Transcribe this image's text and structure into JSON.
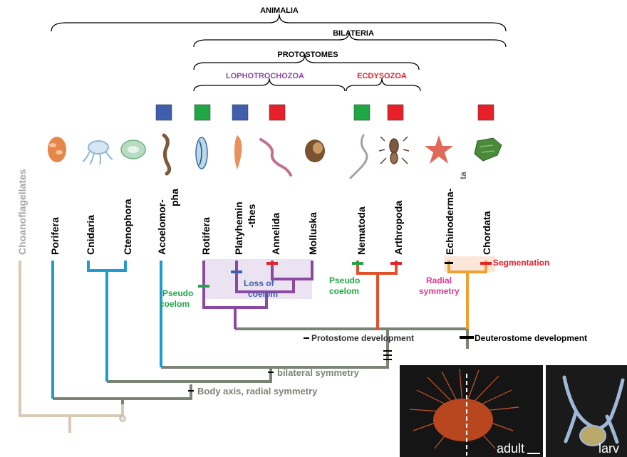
{
  "clades": {
    "animalia": "ANIMALIA",
    "bilateria": "BILATERIA",
    "protostomes": "PROTOSTOMES",
    "lophotrochozoa": "LOPHOTROCHOZOA",
    "ecdysozoa": "ECDYSOZOA"
  },
  "taxa": {
    "choanoflagellates": "Choanoflagellates",
    "porifera": "Porifera",
    "cnidaria": "Cnidaria",
    "ctenophora": "Ctenophora",
    "acoelomorpha_1": "Acoelomor-",
    "acoelomorpha_2": "pha",
    "rotifera": "Rotifera",
    "platyhelminthes_1": "Platyhemin",
    "platyhelminthes_2": "-thes",
    "annelida": "Annelida",
    "molluska": "Molluska",
    "nematoda": "Nematoda",
    "arthropoda": "Arthropoda",
    "echinodermata_1": "Echinoderma-",
    "echinodermata_2": "ta",
    "chordata": "Chordata"
  },
  "traits": {
    "pseudocoelom_1a": "Pseudo",
    "pseudocoelom_1b": "coelom",
    "loss_of_coelom_a": "Loss of",
    "loss_of_coelom_b": "coelom",
    "pseudocoelom_2a": "Pseudo",
    "pseudocoelom_2b": "coelom",
    "radial_symmetry_a": "Radial",
    "radial_symmetry_b": "symmetry",
    "segmentation": "Segmentation",
    "protostome_development": "Protostome development",
    "deuterostome_development": "Deuterostome development",
    "bilateral_symmetry": "bilateral symmetry",
    "body_axis": "Body axis, radial symmetry"
  },
  "photos": {
    "adult_label": "adult",
    "larva_label": "larv"
  },
  "colors": {
    "blue_box": "#3f5fae",
    "green_box": "#1fa645",
    "red_box": "#e8202a",
    "purple": "#8a4aa0",
    "orange_red": "#e2502a",
    "orange": "#f0a030",
    "cyan": "#1f9bd0",
    "gray": "#7a8474",
    "beige": "#d9c9b4",
    "pink": "#e03a8e"
  }
}
